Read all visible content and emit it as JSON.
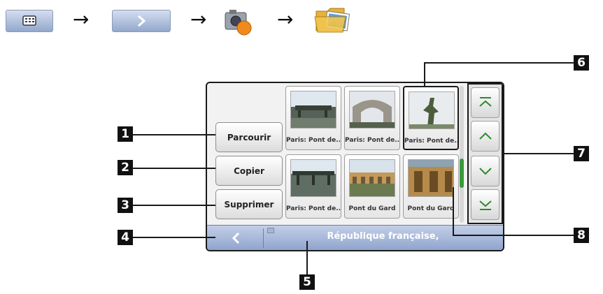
{
  "nav_path": {
    "arrow": "→",
    "icons": [
      "menu-grid-icon",
      "next-chevron-icon",
      "camera-app-icon",
      "photo-folder-icon"
    ]
  },
  "sidebar": {
    "browse_label": "Parcourir",
    "copy_label": "Copier",
    "delete_label": "Supprimer"
  },
  "gallery": {
    "items": [
      {
        "caption": "Paris: Pont de...",
        "selected": false
      },
      {
        "caption": "Paris: Pont de...",
        "selected": false
      },
      {
        "caption": "Paris: Pont de...",
        "selected": true
      },
      {
        "caption": "Paris: Pont de...",
        "selected": false
      },
      {
        "caption": "Pont du Gard",
        "selected": false
      },
      {
        "caption": "Pont du Gard",
        "selected": false
      }
    ]
  },
  "scroll_buttons": [
    "scroll-top-icon",
    "scroll-up-icon",
    "scroll-down-icon",
    "scroll-bottom-icon"
  ],
  "bottom_bar": {
    "location": "République française,"
  },
  "callouts": [
    "1",
    "2",
    "3",
    "4",
    "5",
    "6",
    "7",
    "8"
  ],
  "colors": {
    "accent_blue": "#8ea3cc",
    "scroll_green": "#3a9a3a",
    "callout_black": "#111111"
  }
}
